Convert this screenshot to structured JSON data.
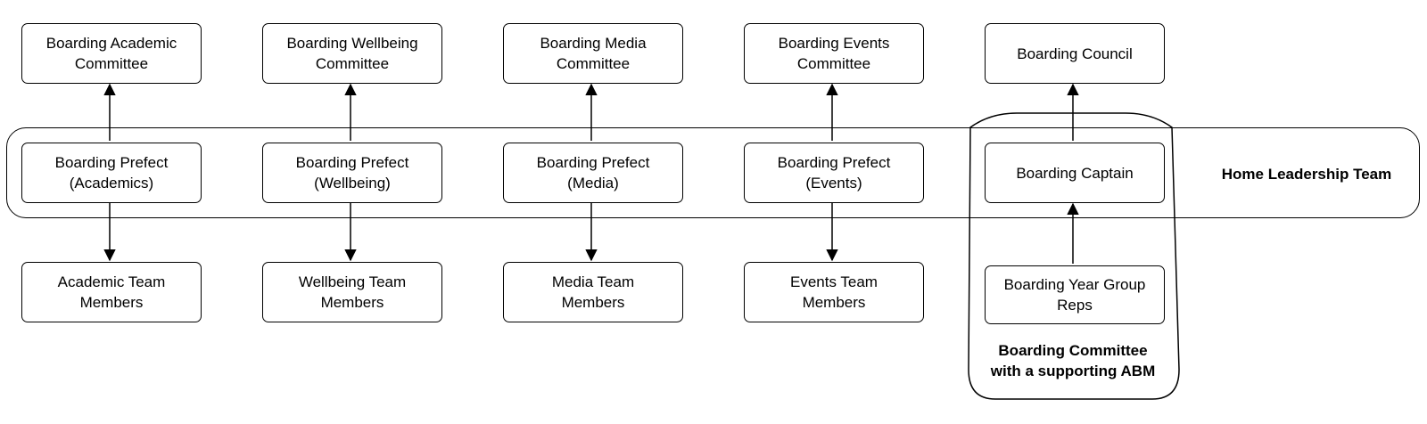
{
  "diagram": {
    "top_committees": [
      "Boarding Academic\nCommittee",
      "Boarding Wellbeing\nCommittee",
      "Boarding Media\nCommittee",
      "Boarding Events\nCommittee",
      "Boarding Council"
    ],
    "prefects": [
      "Boarding Prefect\n(Academics)",
      "Boarding Prefect\n(Wellbeing)",
      "Boarding Prefect\n(Media)",
      "Boarding Prefect\n(Events)",
      "Boarding Captain"
    ],
    "team_members": [
      "Academic Team\nMembers",
      "Wellbeing Team\nMembers",
      "Media Team\nMembers",
      "Events Team\nMembers",
      "Boarding Year Group\nReps"
    ],
    "group_labels": {
      "home_leadership_team": "Home Leadership Team",
      "boarding_committee": "Boarding Committee\nwith a supporting ABM"
    }
  }
}
